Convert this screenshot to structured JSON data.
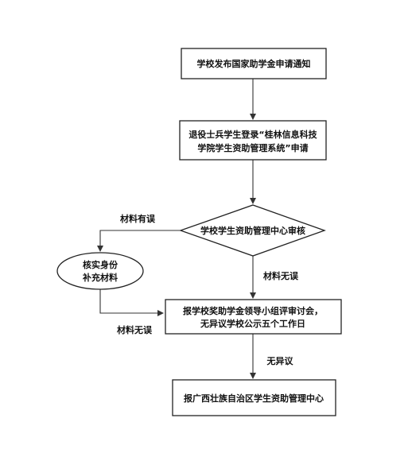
{
  "flowchart": {
    "nodes": {
      "notice": [
        "学校发布国家助学金申请通知"
      ],
      "apply": [
        "退役士兵学生登录“桂林信息科技",
        "学院学生资助管理系统”申请"
      ],
      "review": [
        "学校学生资助管理中心审核"
      ],
      "verify": [
        "核实身份",
        "补充材料"
      ],
      "group_review": [
        "报学校奖助学金领导小组评审讨会，",
        "无异议学校公示五个工作日"
      ],
      "report": [
        "报广西壮族自治区学生资助管理中心"
      ]
    },
    "edge_labels": {
      "has_error": "材料有误",
      "no_error_down": "材料无误",
      "no_error_left": "材料无误",
      "no_objection": "无异议"
    }
  }
}
